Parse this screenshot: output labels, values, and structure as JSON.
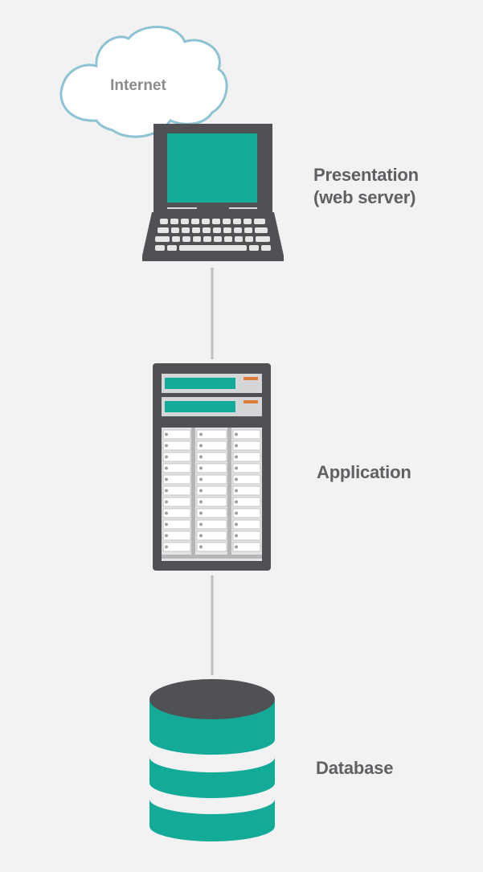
{
  "diagram": {
    "cloud": {
      "label": "Internet",
      "icon": "cloud-icon"
    },
    "tiers": [
      {
        "key": "presentation",
        "label_line1": "Presentation",
        "label_line2": "(web server)",
        "icon": "laptop-icon"
      },
      {
        "key": "application",
        "label": "Application",
        "icon": "server-rack-icon"
      },
      {
        "key": "database",
        "label": "Database",
        "icon": "database-icon"
      }
    ]
  },
  "colors": {
    "background": "#f2f2f2",
    "teal": "#14aa98",
    "dark_gray": "#505155",
    "connector": "#bcbec0",
    "cloud_stroke": "#8ec3d3",
    "label_text": "#5f6064",
    "accent_orange": "#e07b39"
  }
}
